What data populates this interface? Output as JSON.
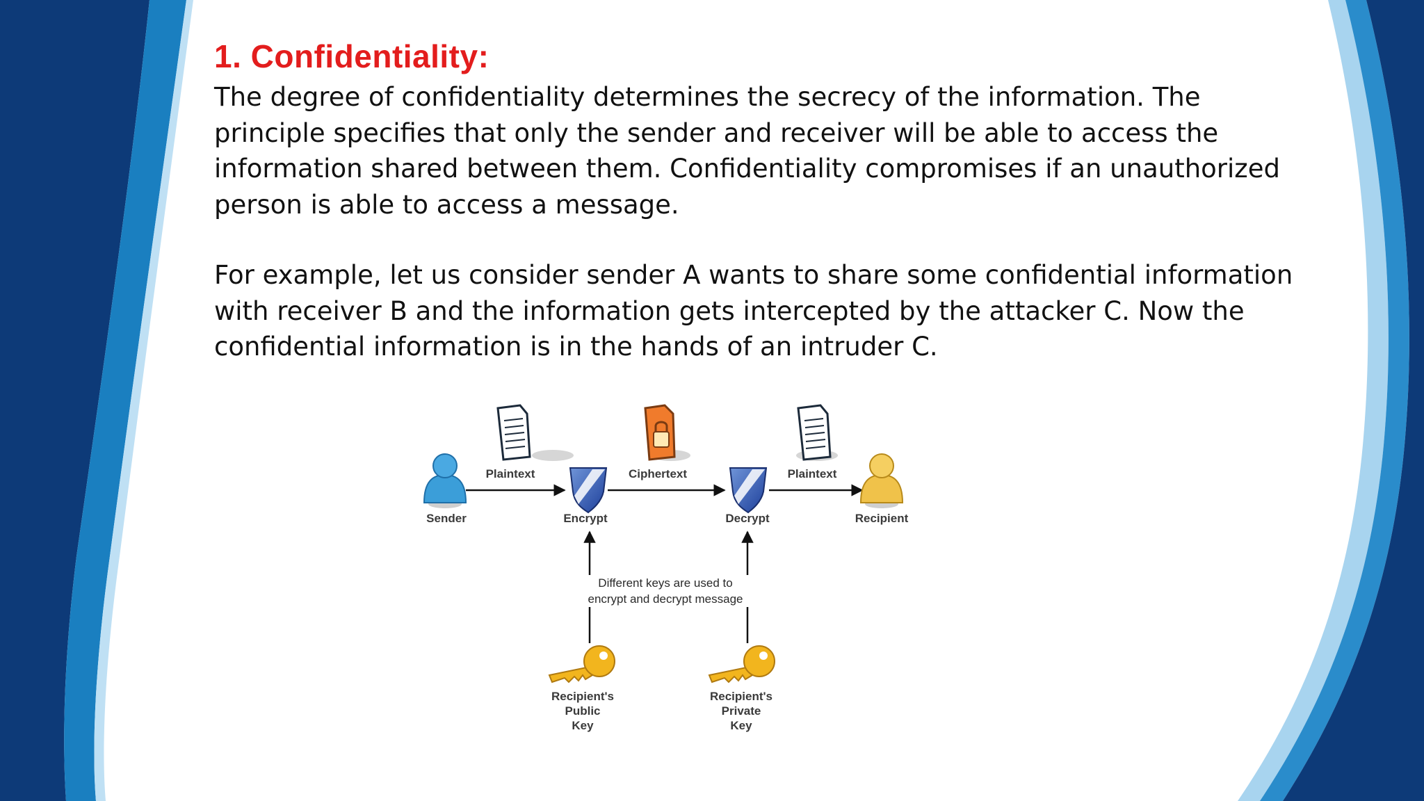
{
  "slide": {
    "title": "1. Confidentiality:",
    "paragraph_1": "The degree of confidentiality determines the secrecy of the information. The principle specifies that only the sender and receiver will be able to access the information shared between them. Confidentiality compromises if an unauthorized person is able to access a message.",
    "paragraph_2": "For example, let us consider sender A wants to share some confidential information with receiver B and the information gets intercepted by the attacker C. Now the confidential information is in the hands of an intruder C."
  },
  "diagram": {
    "sender": "Sender",
    "plaintext_1": "Plaintext",
    "encrypt": "Encrypt",
    "ciphertext": "Ciphertext",
    "decrypt": "Decrypt",
    "plaintext_2": "Plaintext",
    "recipient": "Recipient",
    "note_line_1": "Different keys are used to",
    "note_line_2": "encrypt and decrypt message",
    "public_key": [
      "Recipient's",
      "Public",
      "Key"
    ],
    "private_key": [
      "Recipient's",
      "Private",
      "Key"
    ]
  },
  "colors": {
    "title": "#e31d1d",
    "frame_navy": "#0d3a78",
    "frame_blue": "#1a7fc0",
    "frame_light": "#a8d4ef",
    "key_gold": "#f2b51e",
    "sender_blue": "#3b9ed9",
    "recipient_gold": "#f0c24a"
  }
}
